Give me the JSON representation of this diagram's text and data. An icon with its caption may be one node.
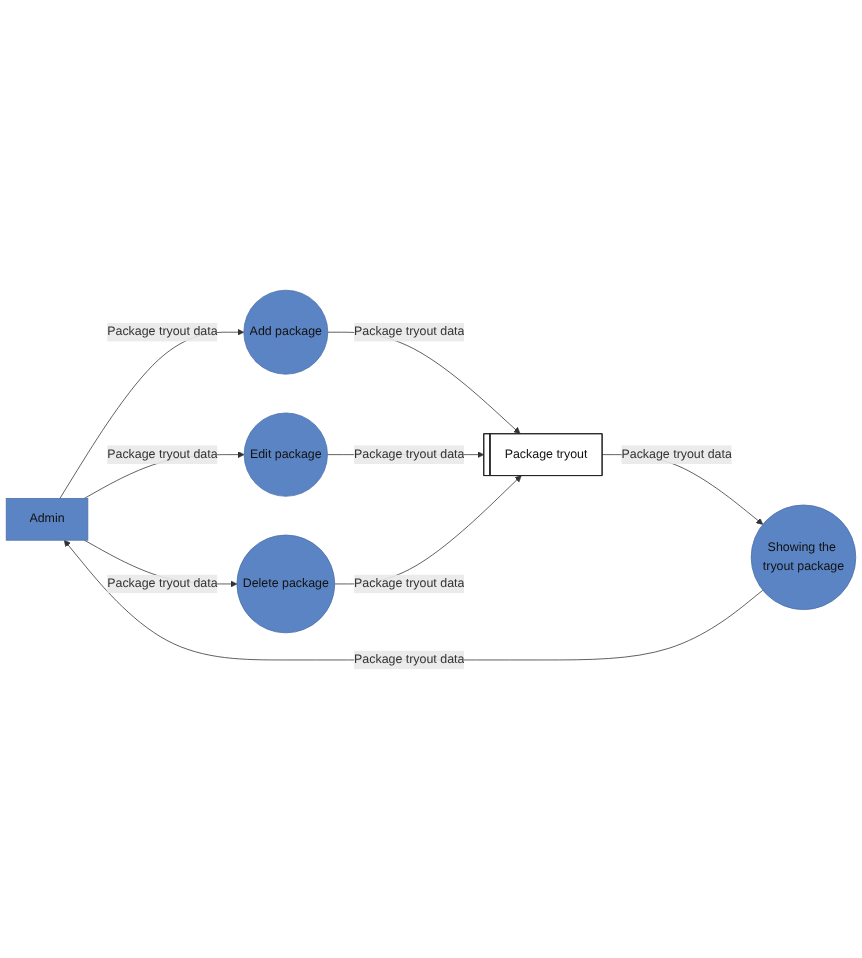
{
  "diagram": {
    "nodes": [
      {
        "text": [
          "Admin"
        ]
      },
      {
        "text": [
          "Add package"
        ]
      },
      {
        "text": [
          "Edit package"
        ]
      },
      {
        "text": [
          "Delete package"
        ]
      },
      {
        "text": [
          "Showing the tryout package"
        ]
      },
      {
        "text": [
          "Package tryout"
        ]
      }
    ],
    "edges": [
      {
        "from": 0,
        "to": 1,
        "arrow": "to",
        "label": "Package tryout data"
      },
      {
        "from": 0,
        "to": 2,
        "arrow": "to",
        "label": "Package tryout data"
      },
      {
        "from": 0,
        "to": 3,
        "arrow": "to",
        "label": "Package tryout data"
      },
      {
        "from": 1,
        "to": 5,
        "arrow": "to",
        "label": "Package tryout data"
      },
      {
        "from": 2,
        "to": 5,
        "arrow": "to",
        "label": "Package tryout data"
      },
      {
        "from": 3,
        "to": 5,
        "arrow": "to",
        "label": "Package tryout data"
      },
      {
        "from": 5,
        "to": 4,
        "arrow": "to",
        "label": "Package tryout data"
      },
      {
        "from": 4,
        "to": 0,
        "arrow": "to",
        "label": "Package tryout data"
      }
    ]
  }
}
